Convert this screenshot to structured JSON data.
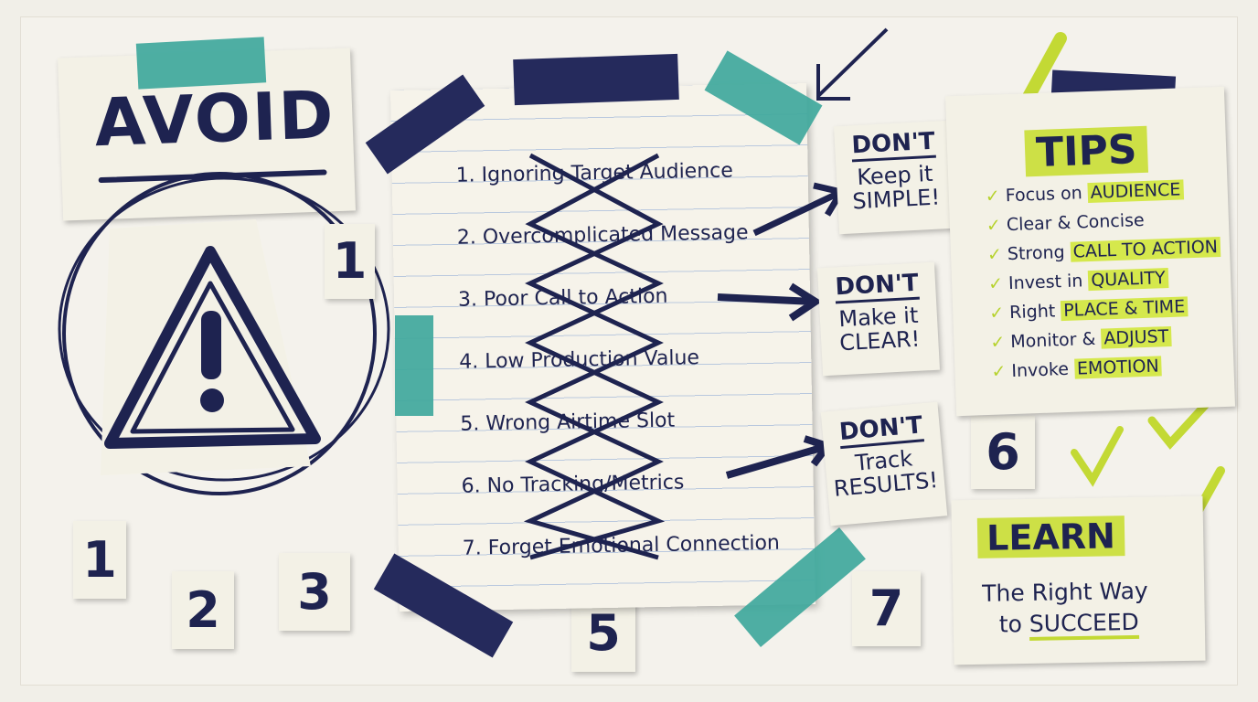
{
  "avoid": {
    "title": "AVOID"
  },
  "mistakes": {
    "items": [
      "1. Ignoring Target Audience",
      "2. Overcomplicated Message",
      "3. Poor Call to Action",
      "4. Low Production Value",
      "5. Wrong Airtime Slot",
      "6. No Tracking/Metrics",
      "7. Forget Emotional Connection"
    ]
  },
  "donts": [
    {
      "heading": "DON'T",
      "line1": "Keep it",
      "line2": "SIMPLE!"
    },
    {
      "heading": "DON'T",
      "line1": "Make it",
      "line2": "CLEAR!"
    },
    {
      "heading": "DON'T",
      "line1": "Track",
      "line2": "RESULTS!"
    }
  ],
  "tips": {
    "title": "TIPS",
    "items": [
      {
        "text": "Focus on",
        "highlight": "AUDIENCE"
      },
      {
        "text": "Clear & Concise",
        "highlight": ""
      },
      {
        "text": "Strong",
        "highlight": "CALL TO ACTION"
      },
      {
        "text": "Invest in",
        "highlight": "QUALITY"
      },
      {
        "text": "Right",
        "highlight": "PLACE & TIME"
      },
      {
        "text": "Monitor &",
        "highlight": "ADJUST"
      },
      {
        "text": "Invoke",
        "highlight": "EMOTION"
      }
    ]
  },
  "learn": {
    "title": "LEARN",
    "line1": "The Right Way",
    "line2_prefix": "to",
    "line2_highlight": "SUCCEED"
  },
  "numbers": [
    "1",
    "1",
    "2",
    "3",
    "5",
    "7",
    "6"
  ],
  "colors": {
    "navy": "#1e2350",
    "teal": "#3fa89c",
    "lime": "#cde046",
    "paper": "#f3f1e6"
  }
}
